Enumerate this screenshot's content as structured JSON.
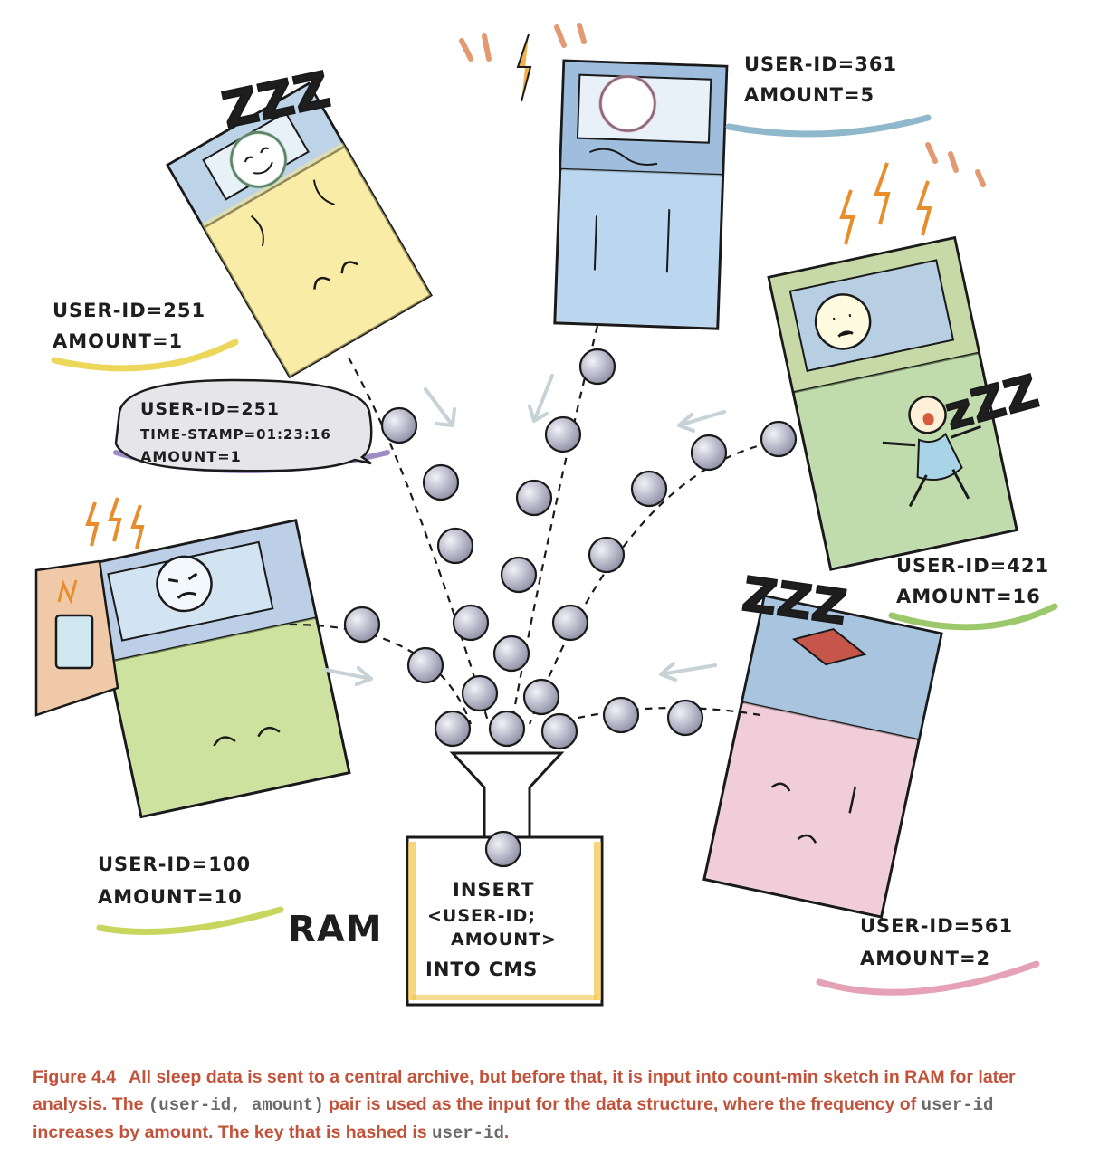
{
  "diagram": {
    "users": [
      {
        "id_label": "USER-ID=251",
        "amount_label": "AMOUNT=1"
      },
      {
        "id_label": "USER-ID=361",
        "amount_label": "AMOUNT=5"
      },
      {
        "id_label": "USER-ID=421",
        "amount_label": "AMOUNT=16"
      },
      {
        "id_label": "USER-ID=100",
        "amount_label": "AMOUNT=10"
      },
      {
        "id_label": "USER-ID=561",
        "amount_label": "AMOUNT=2"
      }
    ],
    "bubble": {
      "line1": "USER-ID=251",
      "line2": "TIME-STAMP=01:23:16",
      "line3": "AMOUNT=1"
    },
    "ram_label": "RAM",
    "box": {
      "line1": "INSERT",
      "line2": "<USER-ID;",
      "line3": "AMOUNT>",
      "line4": "INTO CMS"
    },
    "zzz": "ZZZ",
    "zzz_small": "zZZ"
  },
  "caption": {
    "figure_number": "Figure 4.4",
    "part1": "All sleep data is sent to a central archive, but before that, it is input into count-min sketch in RAM for later analysis. The ",
    "code1": "(user-id, amount)",
    "part2": " pair is used as the input for the data structure, where the frequency of ",
    "code2": "user-id",
    "part3": " increases by amount. The key that is hashed is ",
    "code3": "user-id",
    "part4": "."
  },
  "colors": {
    "caption": "#c2523a",
    "code": "#6a6a6a",
    "bead": "#b3b3c6"
  }
}
